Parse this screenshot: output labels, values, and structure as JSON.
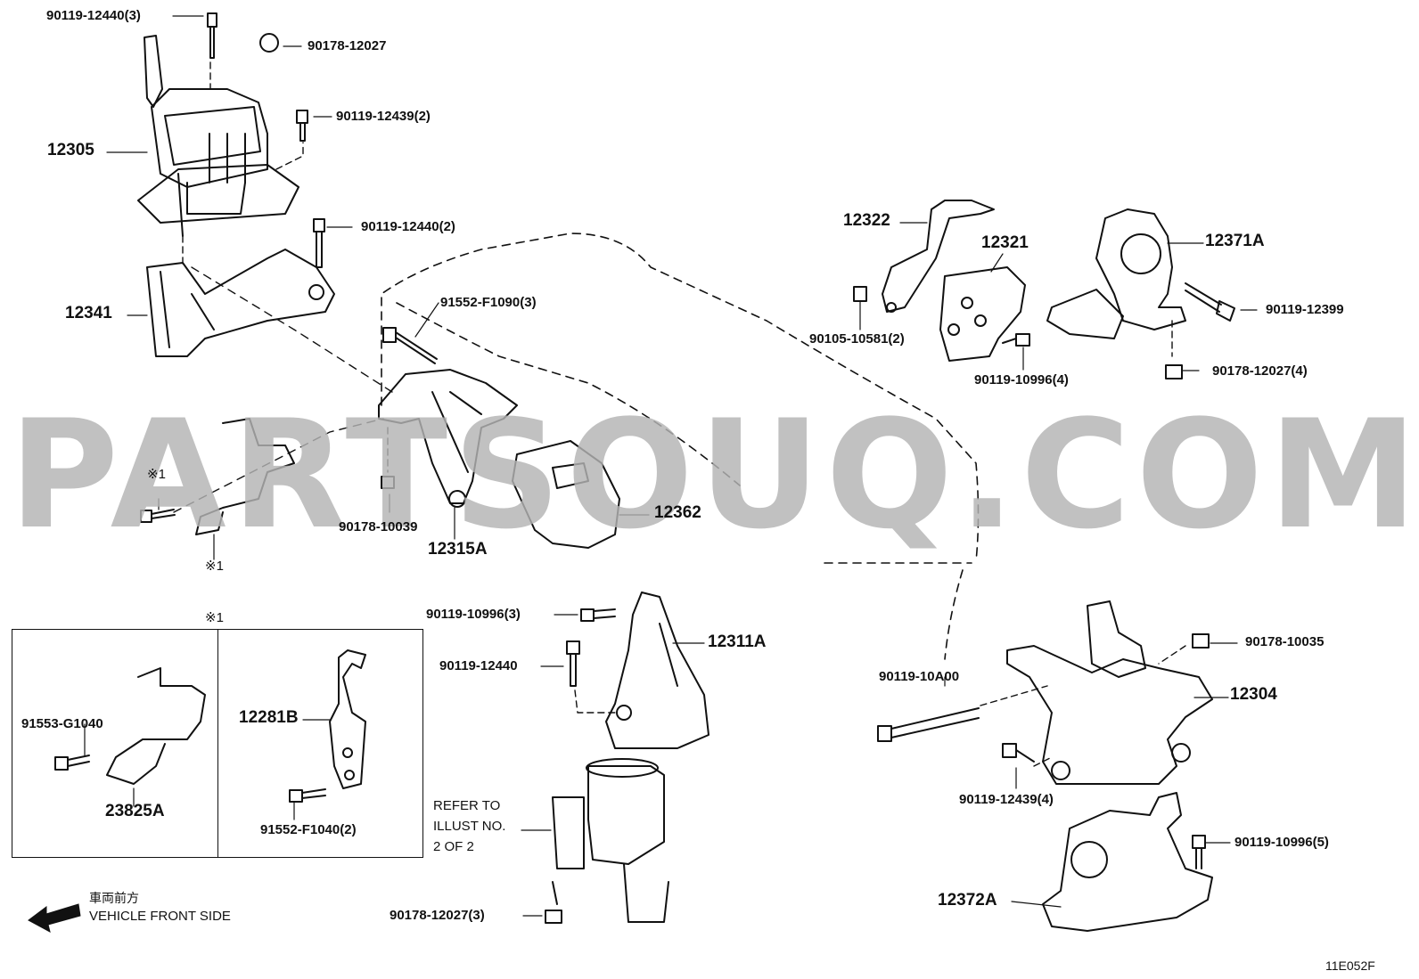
{
  "watermark": "PARTSOUQ.COM",
  "labels": {
    "p90119_12440_3": "90119-12440(3)",
    "p90178_12027_top": "90178-12027",
    "p90119_12439_2": "90119-12439(2)",
    "p12305": "12305",
    "p90119_12440_2": "90119-12440(2)",
    "p12341": "12341",
    "p91552_f1090_3": "91552-F1090(3)",
    "p90178_10039": "90178-10039",
    "p12315a": "12315A",
    "p12362": "12362",
    "asterisk1_a": "※1",
    "asterisk1_b": "※1",
    "asterisk1_c": "※1",
    "p12322": "12322",
    "p12321": "12321",
    "p12371a": "12371A",
    "p90119_12399": "90119-12399",
    "p90105_10581_2": "90105-10581(2)",
    "p90119_10996_4": "90119-10996(4)",
    "p90178_12027_4": "90178-12027(4)",
    "p90119_10996_3": "90119-10996(3)",
    "p90119_12440": "90119-12440",
    "p12311a": "12311A",
    "p91553_g1040": "91553-G1040",
    "p23825a": "23825A",
    "p12281b": "12281B",
    "p91552_f1040_2": "91552-F1040(2)",
    "refer_line1": "REFER TO",
    "refer_line2": "ILLUST NO.",
    "refer_line3": "2 OF 2",
    "p90178_12027_3": "90178-12027(3)",
    "p90119_10a00": "90119-10A00",
    "p90178_10035": "90178-10035",
    "p12304": "12304",
    "p90119_12439_4": "90119-12439(4)",
    "p90119_10996_5": "90119-10996(5)",
    "p12372a": "12372A",
    "front_jp": "車両前方",
    "front_en": "VEHICLE FRONT SIDE",
    "illust_no": "11E052F"
  }
}
